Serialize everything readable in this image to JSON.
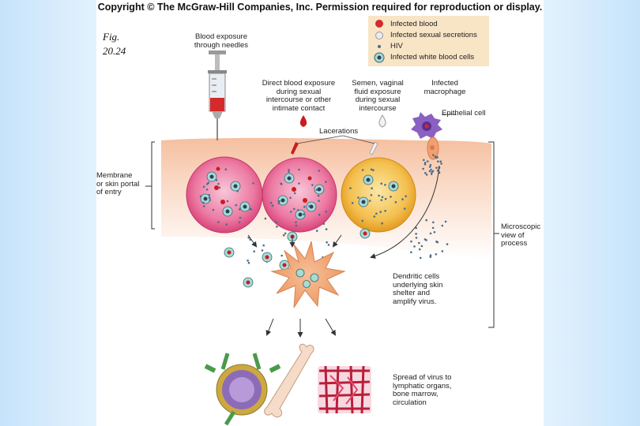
{
  "copyright": "Copyright © The McGraw-Hill Companies, Inc. Permission required for reproduction or display.",
  "figure": {
    "line1": "Fig.",
    "line2": "20.24"
  },
  "legend": {
    "items": [
      {
        "label": "Infected blood",
        "color": "#d42a2a"
      },
      {
        "label": "Infected sexual secretions",
        "color": "#eeeaf2"
      },
      {
        "label": "HIV",
        "color": "#4d6d8c"
      },
      {
        "label": "Infected white blood cells",
        "color": "#8fc8c8"
      }
    ]
  },
  "labels": {
    "blood_needles": [
      "Blood exposure",
      "through needles"
    ],
    "direct_blood": [
      "Direct blood exposure",
      "during sexual",
      "intercourse or other",
      "intimate contact"
    ],
    "semen": [
      "Semen, vaginal",
      "fluid exposure",
      "during sexual",
      "intercourse"
    ],
    "macrophage": [
      "Infected",
      "macrophage"
    ],
    "epithelial": "Epithelial cell",
    "lacerations": "Lacerations",
    "membrane": [
      "Membrane",
      "or skin portal",
      "of entry"
    ],
    "microscopic": [
      "Microscopic",
      "view of",
      "process"
    ],
    "dendritic": [
      "Dendritic cells",
      "underlying skin",
      "shelter and",
      "amplify virus."
    ],
    "spread": [
      "Spread of virus to",
      "lymphatic organs,",
      "bone marrow,",
      "circulation"
    ]
  },
  "colors": {
    "skin": "#f8d2b8",
    "cell_pink": "#e9548a",
    "cell_orange": "#f0b030",
    "dendritic": "#f2ab7a",
    "blood": "#d42a2a"
  }
}
